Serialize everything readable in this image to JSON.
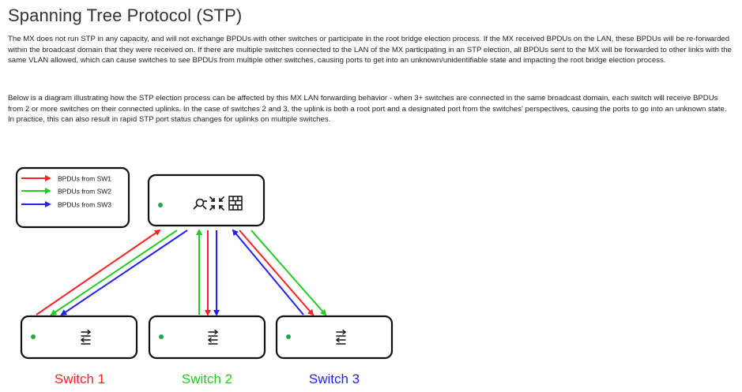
{
  "title": "Spanning Tree Protocol (STP)",
  "paragraph1": "The MX does not run STP in any capacity, and will not exchange BPDUs with other switches or participate in the root bridge election process. If the MX received BPDUs on the LAN, these BPDUs will be re-forwarded within the broadcast domain that they were received on. If there are multiple switches connected to the LAN of the MX participating in an STP election, all BPDUs sent to the MX will be forwarded to other links with the same VLAN allowed, which can cause switches to see BPDUs from multiple other switches, causing ports to get into an unknown/unidentifiable state and impacting the root bridge election process.",
  "paragraph2": "Below is a diagram illustrating how the STP election process can be affected by this MX LAN forwarding behavior - when 3+ switches are connected in the same broadcast domain, each switch will receive BPDUs from 2 or more switches on their connected uplinks. In the case of switches 2 and 3, the uplink is both a root port and a designated port from the switches' perspectives, causing the ports to go into an unknown state. In practice, this can also result in rapid STP port status changes for uplinks on multiple switches.",
  "legend": [
    {
      "label": "BPDUs from SW1",
      "color": "#ff2020"
    },
    {
      "label": "BPDUs from SW2",
      "color": "#22cc22"
    },
    {
      "label": "BPDUs from SW3",
      "color": "#2222ee"
    }
  ],
  "switches": [
    {
      "label": "Switch 1",
      "color": "#ff2020"
    },
    {
      "label": "Switch 2",
      "color": "#22cc22"
    },
    {
      "label": "Switch 3",
      "color": "#2222ee"
    }
  ],
  "icons": {
    "mx": [
      "mx-magnifier-icon",
      "mx-arrows-collapse-icon",
      "mx-firewall-icon"
    ],
    "switch": "switch-arrows-icon",
    "led": "#22aa44"
  }
}
